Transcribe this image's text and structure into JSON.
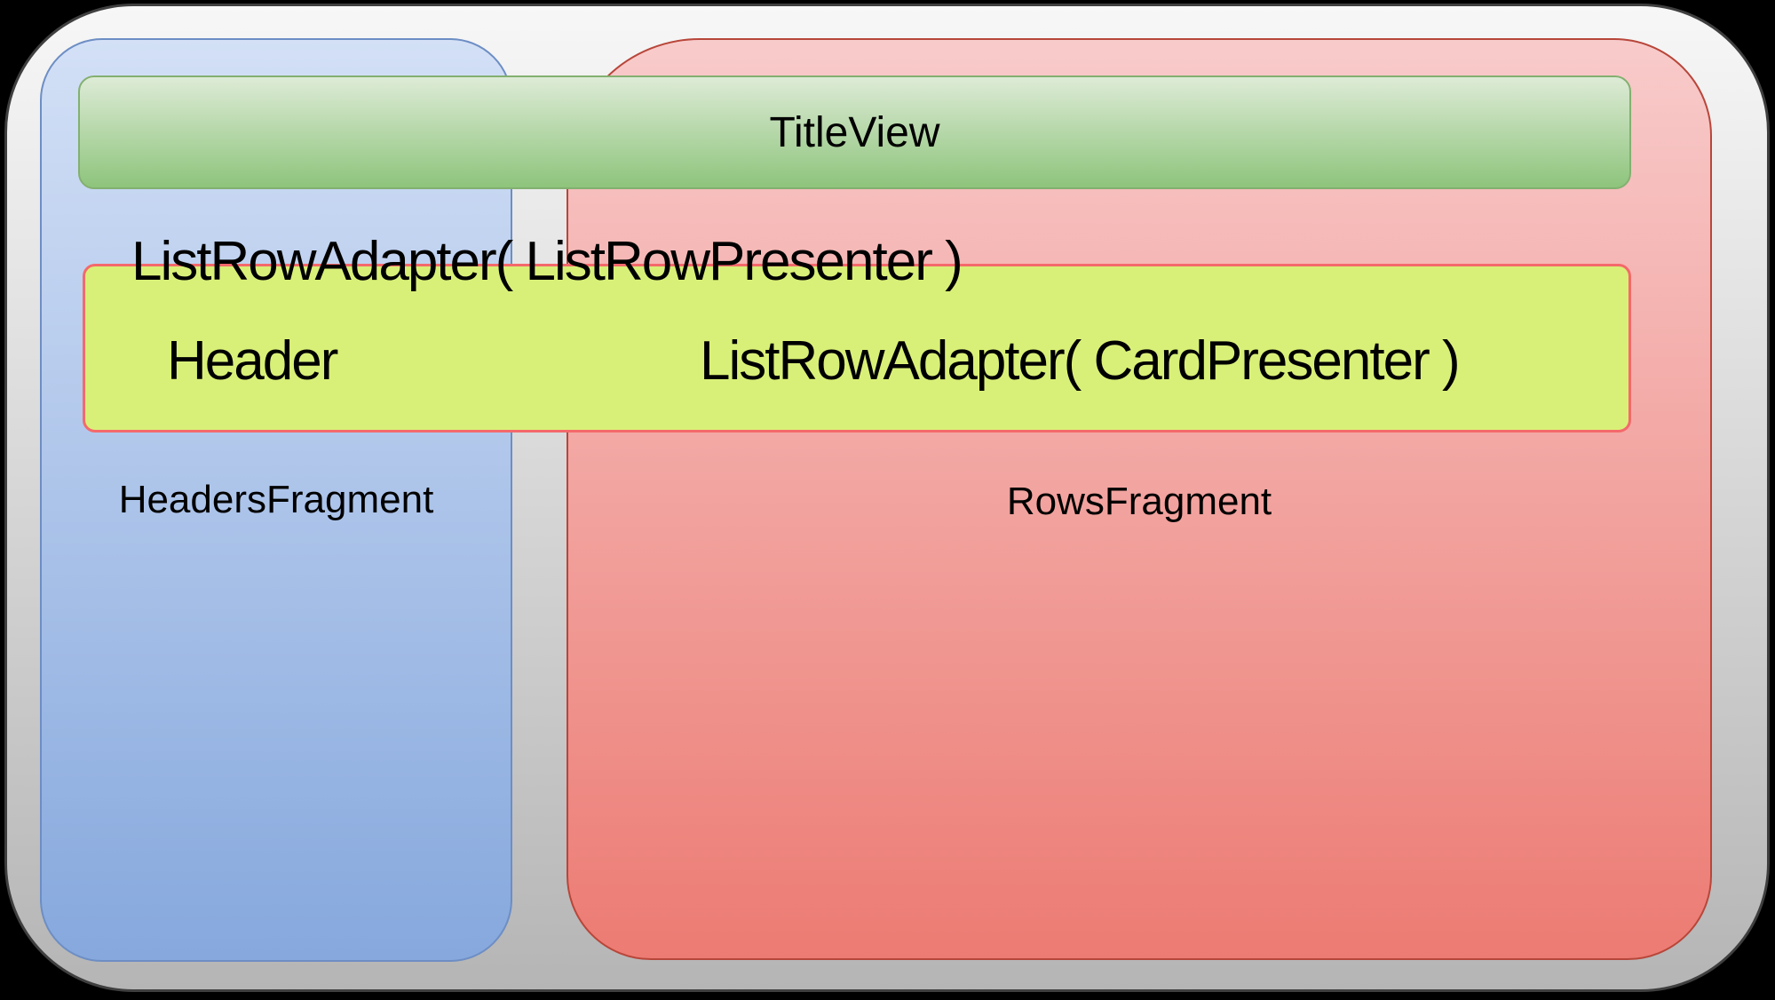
{
  "diagram": {
    "title_bar": {
      "label": "TitleView"
    },
    "overlay_text": {
      "label": "ListRowAdapter( ListRowPresenter )"
    },
    "adapter_row": {
      "header_label": "Header",
      "adapter_label": "ListRowAdapter( CardPresenter )"
    },
    "panels": {
      "headers_fragment": {
        "label": "HeadersFragment"
      },
      "rows_fragment": {
        "label": "RowsFragment"
      }
    },
    "colors": {
      "bg_color": "#000000",
      "text_color": "#000000",
      "outer_top": "#f7f7f7",
      "outer_bottom": "#b5b5b5",
      "outer_border": "#3f3f3f",
      "blue_top": "#d3e0f6",
      "blue_bottom": "#86a8dd",
      "blue_border": "#6d8ec4",
      "red_top": "#f8cbcb",
      "red_bottom": "#ec7b73",
      "red_border": "#b8463a",
      "green_top": "#ddebd6",
      "green_bottom": "#8ec47c",
      "green_border": "#83b070",
      "yellow_fill": "#d9f078",
      "yellow_border": "#f4696b"
    }
  }
}
